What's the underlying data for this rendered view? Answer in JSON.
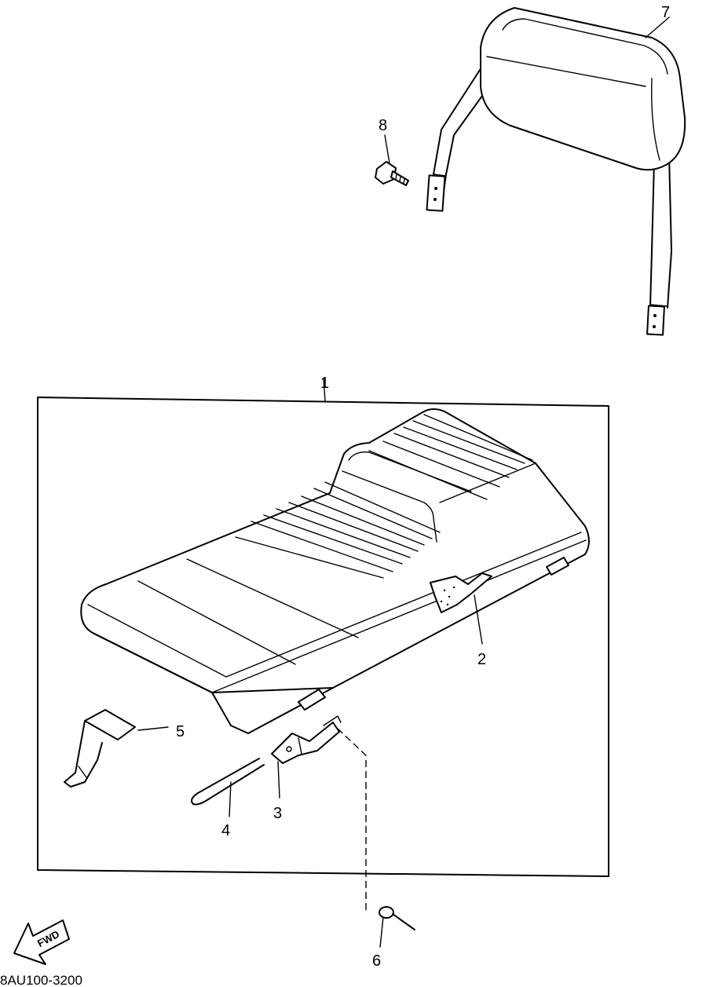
{
  "diagram": {
    "part_code": "8AU100-3200",
    "direction_label": "FWD",
    "callouts": {
      "seat_assembly": "1",
      "part_2": "2",
      "part_3": "3",
      "part_4": "4",
      "part_5": "5",
      "part_6": "6",
      "backrest": "7",
      "bolt": "8"
    }
  }
}
